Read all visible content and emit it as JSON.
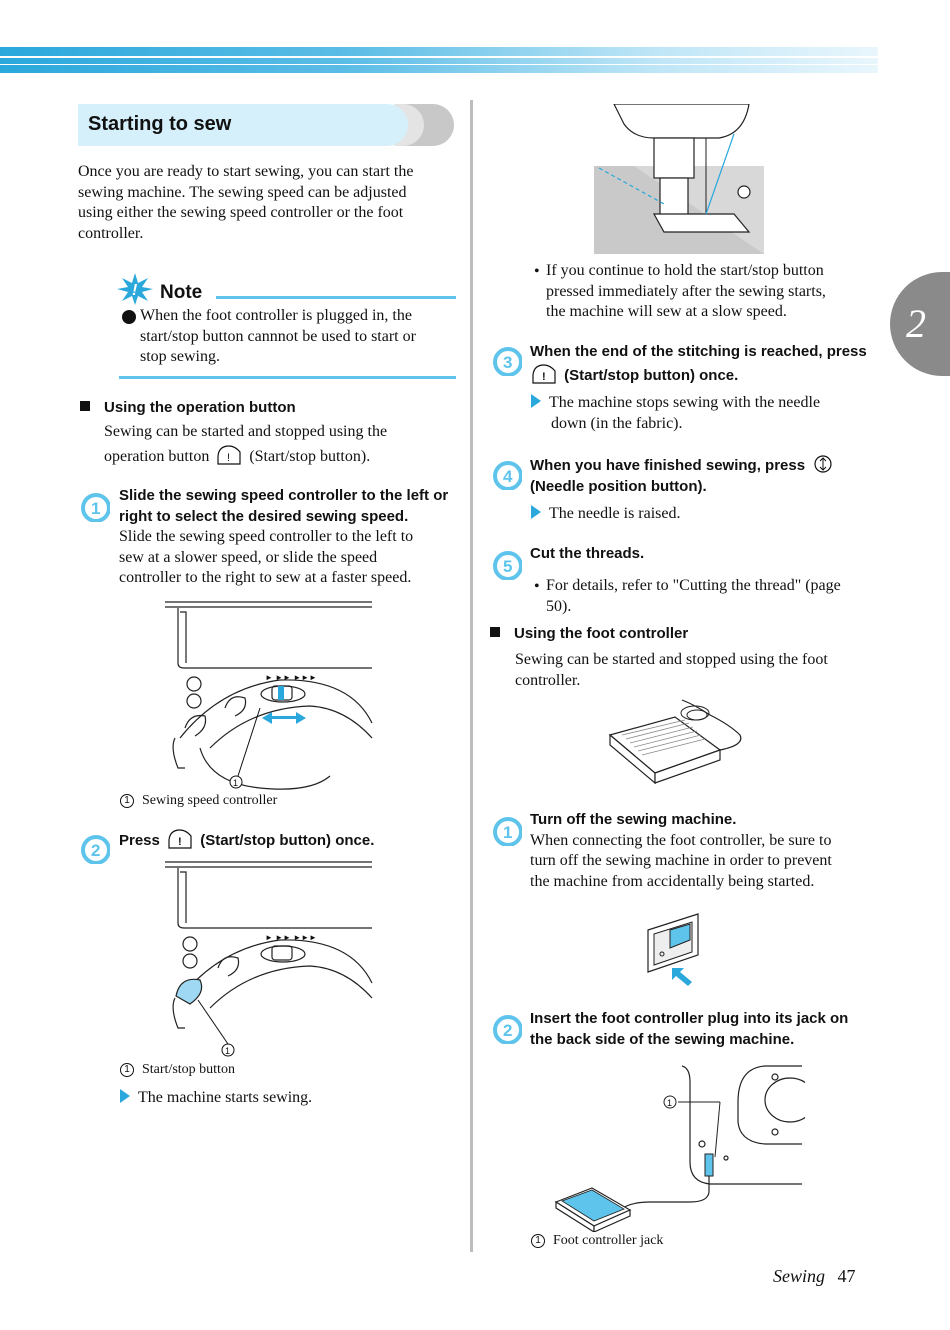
{
  "header": {
    "section_tab": "2"
  },
  "title": "Starting to sew",
  "intro": [
    "Once you are ready to start sewing, you can start the",
    "sewing machine. The sewing speed can be adjusted",
    "using either the sewing speed controller or the foot",
    "controller."
  ],
  "note": {
    "heading": "Note",
    "bullet": [
      "When the foot controller is plugged in, the",
      "start/stop button cannnot be used to start or",
      "stop sewing."
    ]
  },
  "op_button": {
    "heading": "Using the operation button",
    "body_1": "Sewing can be started and stopped using the",
    "body_2a": "operation button",
    "body_2b": "(Start/stop button)."
  },
  "step1": {
    "num": "1",
    "lines_bold": [
      "Slide the sewing speed controller to the left or",
      "right to select the desired sewing speed."
    ],
    "lines": [
      "Slide the sewing speed controller to the left to",
      "sew at a slower speed, or slide the speed",
      "controller to the right to sew at a faster speed."
    ],
    "callout_num": "1",
    "caption": "Sewing speed controller"
  },
  "step2": {
    "num": "2",
    "press": "Press",
    "rest": "(Start/stop button) once.",
    "callout_num": "1",
    "caption": "Start/stop button",
    "result": "The machine starts sewing."
  },
  "right": {
    "bullet_hold": [
      "If you continue to hold the start/stop button",
      "pressed immediately after the sewing starts,",
      "the machine will sew at a slow speed."
    ],
    "step3": {
      "num": "3",
      "line1": "When the end of the stitching is reached, press",
      "line2": "(Start/stop button) once.",
      "result": [
        "The machine stops sewing with the needle",
        "down (in the fabric)."
      ]
    },
    "step4": {
      "num": "4",
      "line1": "When you have finished sewing, press",
      "line2": "(Needle position button).",
      "result": "The needle is raised."
    },
    "step5": {
      "num": "5",
      "line1": "Cut the threads.",
      "bullet": [
        "For details, refer to \"Cutting the thread\" (page",
        "50)."
      ]
    },
    "foot": {
      "heading": "Using the foot controller",
      "body": [
        "Sewing can be started and stopped using the foot",
        "controller."
      ]
    },
    "fstep1": {
      "num": "1",
      "bold": "Turn off the sewing machine.",
      "lines": [
        "When connecting the foot controller, be sure to",
        "turn off the sewing machine in order to prevent",
        "the machine from accidentally being started."
      ]
    },
    "fstep2": {
      "num": "2",
      "bold": [
        "Insert the foot controller plug into its jack on",
        "the back side of the sewing machine."
      ],
      "callout_num": "1",
      "caption": "Foot controller jack"
    }
  },
  "footer": {
    "section": "Sewing",
    "page": "47"
  },
  "speed_marks": "► ►► ►►►",
  "colors": {
    "accent": "#2aa8dc",
    "title_bg": "#d6f0fb",
    "tab": "#8a8a8a"
  }
}
